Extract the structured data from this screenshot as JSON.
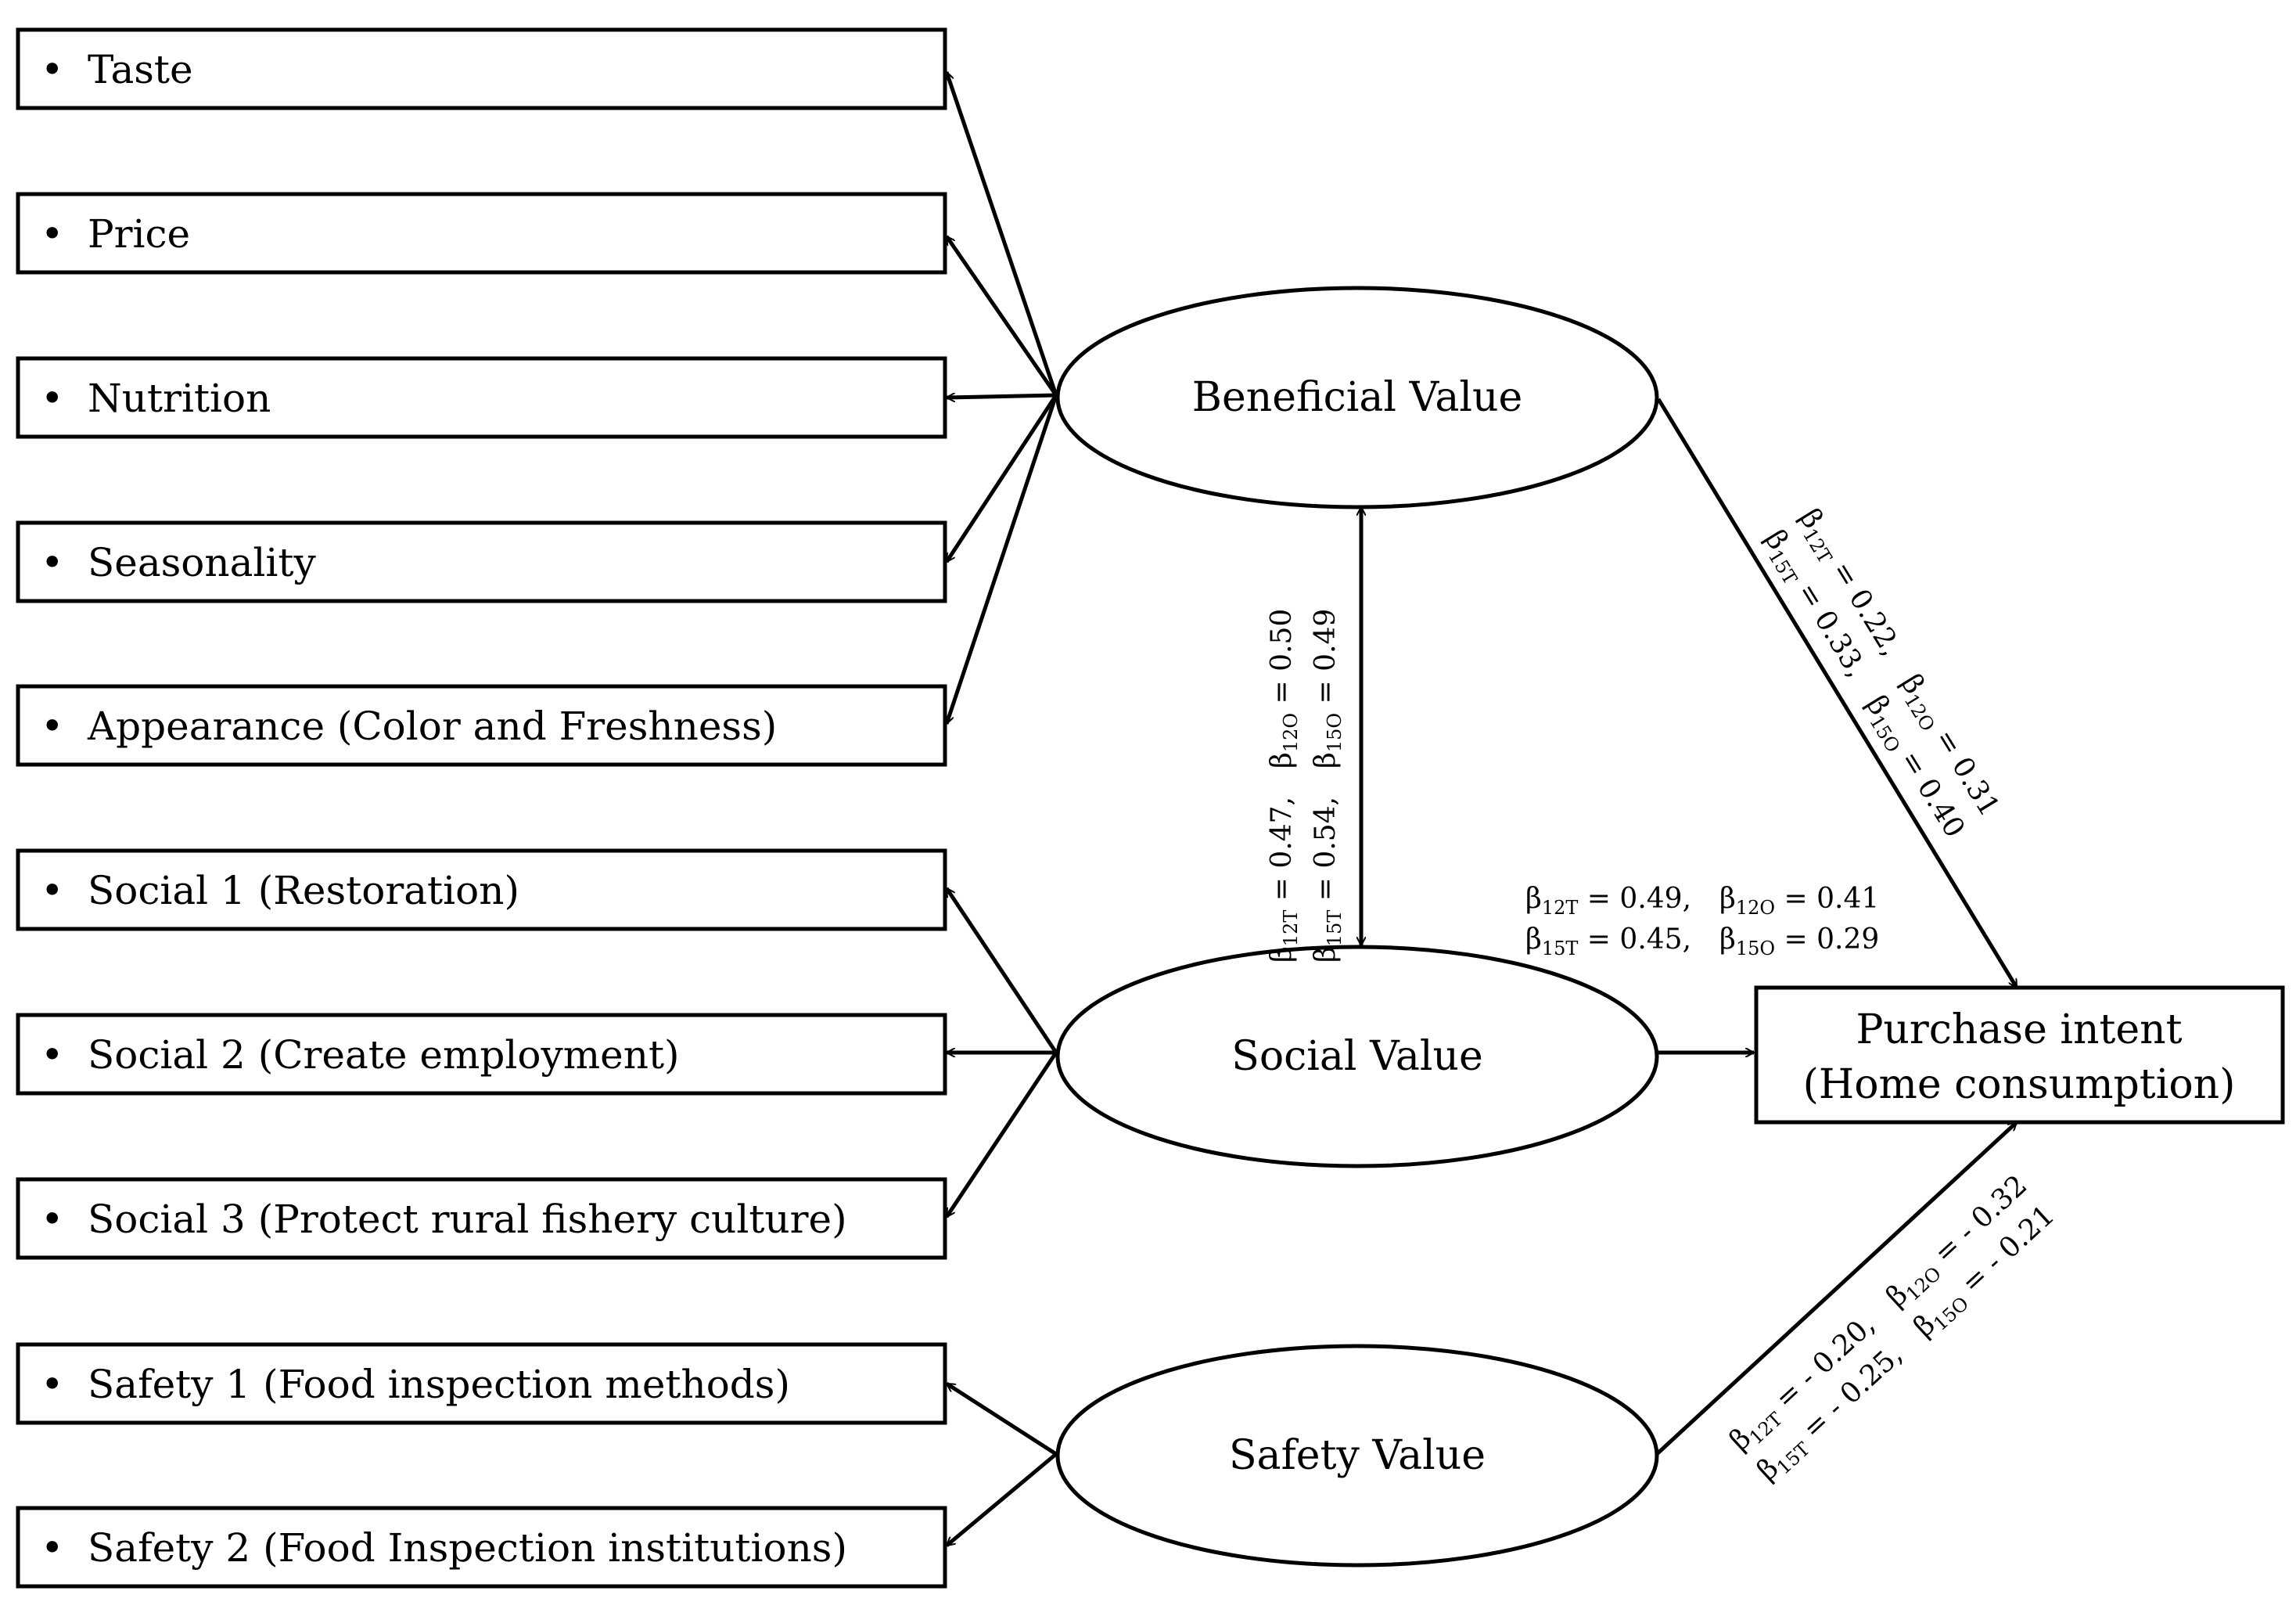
{
  "indicators": {
    "beneficial": [
      "Taste",
      "Price",
      "Nutrition",
      "Seasonality",
      "Appearance (Color and Freshness)"
    ],
    "social": [
      "Social 1 (Restoration)",
      "Social 2 (Create employment)",
      "Social 3 (Protect rural fishery culture)"
    ],
    "safety": [
      "Safety 1 (Food inspection methods)",
      "Safety 2 (Food Inspection institutions)"
    ]
  },
  "bullet": "•",
  "latent": {
    "beneficial": "Beneficial Value",
    "social": "Social Value",
    "safety": "Safety Value"
  },
  "outcome": {
    "line1": "Purchase intent",
    "line2": "(Home consumption)"
  },
  "coefficients": {
    "beneficial_social": [
      {
        "sub": "12T",
        "value": "0.47,"
      },
      {
        "sub": "12O",
        "value": "0.50"
      },
      {
        "sub": "15T",
        "value": "0.54,"
      },
      {
        "sub": "15O",
        "value": "0.49"
      }
    ],
    "beneficial_purchase": [
      {
        "sub": "12T",
        "value": "0.22,"
      },
      {
        "sub": "12O",
        "value": "0.31"
      },
      {
        "sub": "15T",
        "value": "0.33,"
      },
      {
        "sub": "15O",
        "value": "0.40"
      }
    ],
    "social_purchase": [
      {
        "sub": "12T",
        "value": "0.49,"
      },
      {
        "sub": "12O",
        "value": "0.41"
      },
      {
        "sub": "15T",
        "value": "0.45,"
      },
      {
        "sub": "15O",
        "value": "0.29"
      }
    ],
    "safety_purchase": [
      {
        "sub": "12T",
        "value": "- 0.20,"
      },
      {
        "sub": "12O",
        "value": "- 0.32"
      },
      {
        "sub": "15T",
        "value": "- 0.25,"
      },
      {
        "sub": "15O",
        "value": "- 0.21"
      }
    ]
  },
  "beta_symbol": "β",
  "equals": " = "
}
